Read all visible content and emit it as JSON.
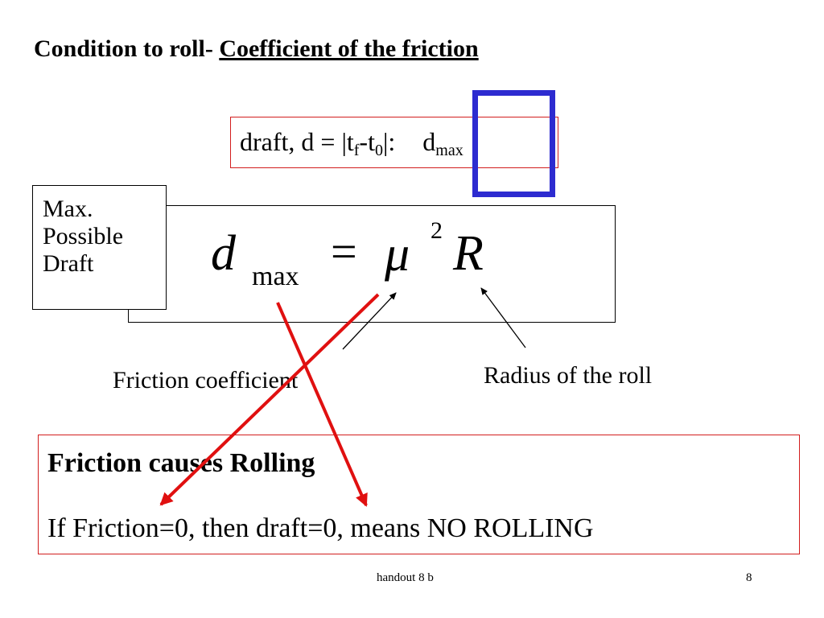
{
  "title": {
    "prefix": "Condition to roll- ",
    "emphasis": "Coefficient of the friction"
  },
  "draft_def": {
    "lead": "draft, d = |t",
    "sub_f": "f",
    "mid": "-t",
    "sub_0": "0",
    "end": "|:",
    "dmax_base": "d",
    "dmax_sub": "max"
  },
  "max_draft_label": {
    "line1": "Max.",
    "line2": "Possible",
    "line3": "Draft"
  },
  "formula": {
    "d": "d",
    "max": "max",
    "eq": "=",
    "mu": "μ",
    "exp": "2",
    "R": "R"
  },
  "labels": {
    "friction": "Friction coefficient",
    "radius": "Radius of the roll"
  },
  "statement": {
    "heading": "Friction causes Rolling",
    "line": "If Friction=0, then draft=0, means NO ROLLING"
  },
  "footer": {
    "left": "handout 8 b",
    "page": "8"
  },
  "colors": {
    "red_accent": "#d21e1e",
    "blue_highlight": "#2d2bd0"
  }
}
